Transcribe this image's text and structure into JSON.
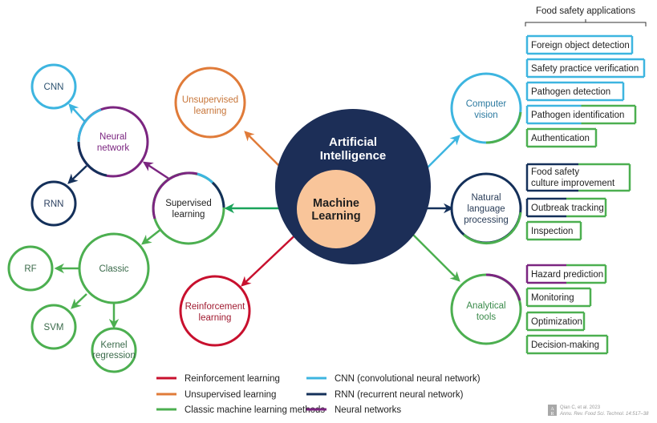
{
  "colors": {
    "reinforcement": "#c8102e",
    "unsupervised": "#e07b39",
    "classic": "#4caf50",
    "classic_arrow": "#1aa35a",
    "cnn": "#3db5e0",
    "rnn": "#14305a",
    "neural": "#7b2580",
    "ai_fill": "#1c2e57",
    "ml_fill": "#f9c59a",
    "text_dark": "#222222"
  },
  "center": {
    "outer_label_line1": "Artificial",
    "outer_label_line2": "Intelligence",
    "inner_label_line1": "Machine",
    "inner_label_line2": "Learning"
  },
  "nodes": {
    "unsupervised": {
      "line1": "Unsupervised",
      "line2": "learning"
    },
    "supervised": {
      "line1": "Supervised",
      "line2": "learning"
    },
    "reinforcement": {
      "line1": "Reinforcement",
      "line2": "learning"
    },
    "neural": {
      "line1": "Neural",
      "line2": "network"
    },
    "cnn": {
      "line1": "CNN"
    },
    "rnn": {
      "line1": "RNN"
    },
    "classic": {
      "line1": "Classic"
    },
    "rf": {
      "line1": "RF"
    },
    "svm": {
      "line1": "SVM"
    },
    "kernel": {
      "line1": "Kernel",
      "line2": "regression"
    },
    "computer_vision": {
      "line1": "Computer",
      "line2": "vision"
    },
    "nlp": {
      "line1": "Natural",
      "line2": "language",
      "line3": "processing"
    },
    "analytical": {
      "line1": "Analytical",
      "line2": "tools"
    }
  },
  "applications": {
    "header": "Food safety applications",
    "computer_vision": [
      {
        "label": "Foreign object detection",
        "colors": [
          "cnn"
        ]
      },
      {
        "label": "Safety practice verification",
        "colors": [
          "cnn"
        ]
      },
      {
        "label": "Pathogen detection",
        "colors": [
          "cnn"
        ]
      },
      {
        "label": "Pathogen identification",
        "colors": [
          "cnn",
          "classic"
        ]
      },
      {
        "label": "Authentication",
        "colors": [
          "classic"
        ]
      }
    ],
    "nlp": [
      {
        "label_line1": "Food safety",
        "label_line2": "culture improvement",
        "colors": [
          "rnn",
          "classic"
        ]
      },
      {
        "label": "Outbreak tracking",
        "colors": [
          "rnn",
          "classic"
        ]
      },
      {
        "label": "Inspection",
        "colors": [
          "classic"
        ]
      }
    ],
    "analytical": [
      {
        "label": "Hazard prediction",
        "colors": [
          "neural",
          "classic"
        ]
      },
      {
        "label": "Monitoring",
        "colors": [
          "classic"
        ]
      },
      {
        "label": "Optimization",
        "colors": [
          "classic"
        ]
      },
      {
        "label": "Decision-making",
        "colors": [
          "classic"
        ]
      }
    ]
  },
  "legend": [
    {
      "label": "Reinforcement learning",
      "color": "reinforcement"
    },
    {
      "label": "Unsupervised learning",
      "color": "unsupervised"
    },
    {
      "label": "Classic machine learning methods",
      "color": "classic"
    },
    {
      "label": "CNN (convolutional neural network)",
      "color": "cnn"
    },
    {
      "label": "RNN (recurrent neural network)",
      "color": "rnn"
    },
    {
      "label": "Neural networks",
      "color": "neural"
    }
  ],
  "citation": {
    "line1": "Qian C, et al. 2023",
    "line2": "Annu. Rev. Food Sci. Technol. 14:517–38",
    "logo_icon": "annual-reviews-logo-icon"
  }
}
